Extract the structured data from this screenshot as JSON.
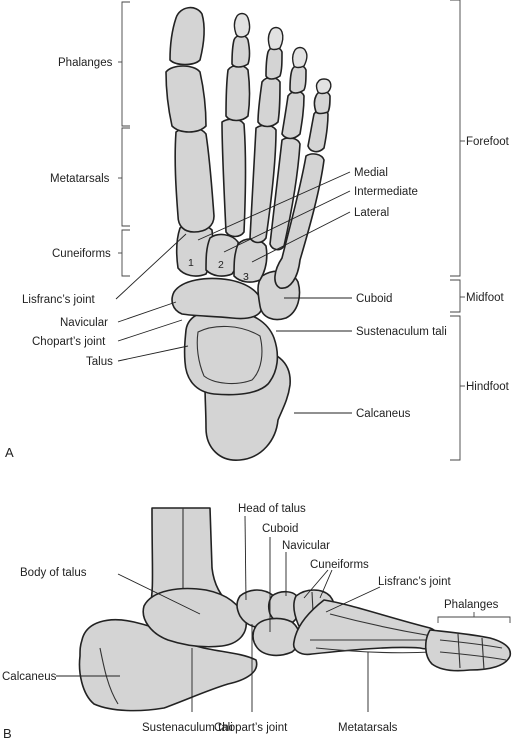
{
  "panel_a": {
    "panel_label": "A",
    "left_labels": {
      "phalanges": "Phalanges",
      "metatarsals": "Metatarsals",
      "cuneiforms": "Cuneiforms",
      "lisfranc": "Lisfranc’s joint",
      "navicular": "Navicular",
      "chopart": "Chopart’s joint",
      "talus": "Talus"
    },
    "right_labels": {
      "medial": "Medial",
      "intermediate": "Intermediate",
      "lateral": "Lateral",
      "cuboid": "Cuboid",
      "sustentaculum": "Sustenaculum tali",
      "calcaneus": "Calcaneus"
    },
    "regions": {
      "forefoot": "Forefoot",
      "midfoot": "Midfoot",
      "hindfoot": "Hindfoot"
    },
    "cuneiform_numbers": [
      "1",
      "2",
      "3"
    ]
  },
  "panel_b": {
    "panel_label": "B",
    "labels": {
      "head_of_talus": "Head of talus",
      "cuboid": "Cuboid",
      "navicular": "Navicular",
      "cuneiforms": "Cuneiforms",
      "body_of_talus": "Body of talus",
      "lisfranc": "Lisfranc’s joint",
      "phalanges": "Phalanges",
      "calcaneus": "Calcaneus",
      "sustentaculum": "Sustenaculum tali",
      "chopart": "Chopart’s joint",
      "metatarsals": "Metatarsals"
    }
  }
}
